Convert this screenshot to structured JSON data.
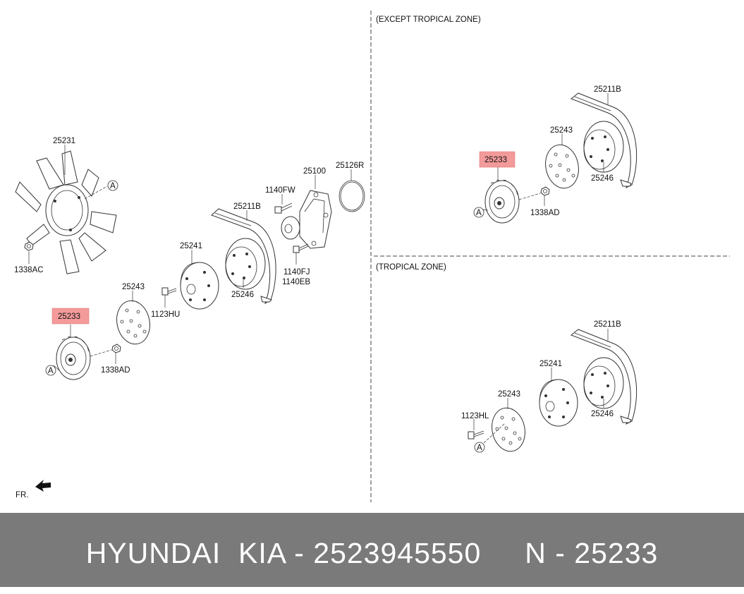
{
  "zones": {
    "except_tropical": "(EXCEPT TROPICAL ZONE)",
    "tropical": "(TROPICAL ZONE)"
  },
  "main_labels": {
    "fan": "25231",
    "ref_a_fan": "A",
    "nut_fan": "1338AC",
    "clutch": "25233",
    "ref_a_clutch": "A",
    "nut_clutch": "1338AD",
    "spacer": "25243",
    "bolt_hu": "1123HU",
    "pulley": "25241",
    "belt": "25211B",
    "pulley_hub": "25246",
    "bolt_fw": "1140FW",
    "pump": "25100",
    "gasket": "25126R",
    "bolt_fj": "1140FJ",
    "bolt_eb": "1140EB"
  },
  "except_labels": {
    "belt": "25211B",
    "spacer": "25243",
    "clutch": "25233",
    "pulley_hub": "25246",
    "nut": "1338AD",
    "ref_a": "A"
  },
  "tropical_labels": {
    "belt": "25211B",
    "pulley": "25241",
    "spacer": "25243",
    "bolt": "1123HL",
    "pulley_hub": "25246",
    "ref_a": "A"
  },
  "front_indicator": "FR.",
  "highlight_color": "#f39a9a",
  "footer": {
    "text": "HYUNDAI  KIA - 2523945550     N - 25233",
    "background": "#7a7a7a"
  }
}
